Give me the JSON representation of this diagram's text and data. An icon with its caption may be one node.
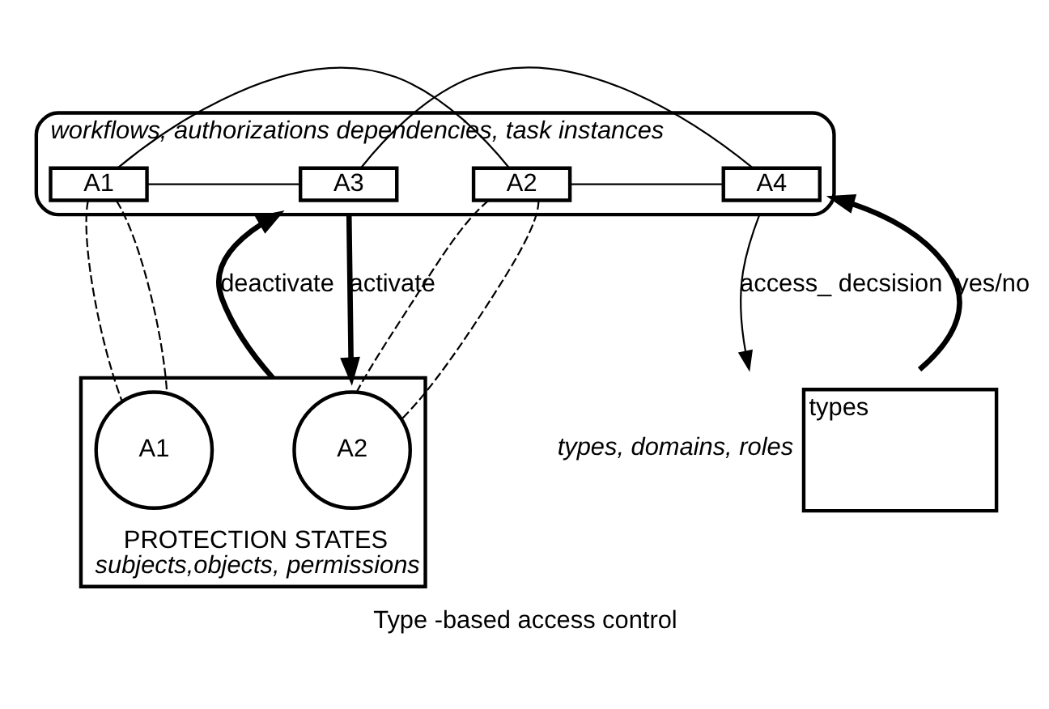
{
  "diagram": {
    "caption": "Type -based access control",
    "nodes": [
      {
        "text": [],
        "shape": "cloud",
        "beside": [
          "workflows, authorizations dependencies, task instances"
        ]
      },
      {
        "text": [
          "A3"
        ],
        "in": 0
      },
      {
        "text": [
          "A1"
        ],
        "in": 0
      },
      {
        "text": [
          "A4"
        ],
        "in": 0
      },
      {
        "text": [
          "A2"
        ],
        "in": 0
      },
      {
        "text": [
          "types"
        ],
        "beside": [
          "types, domains, roles"
        ]
      },
      {
        "text": [
          "PROTECTION STATES",
          "subjects,objects, permissions"
        ]
      },
      {
        "text": [
          "A1"
        ],
        "in": 6
      },
      {
        "text": [
          "A2"
        ],
        "in": 6
      }
    ],
    "edges": [
      {
        "from": 0,
        "to": 6,
        "arrow": "to",
        "label": "activate",
        "style": "thick"
      },
      {
        "from": 6,
        "to": 0,
        "arrow": "to",
        "label": "deactivate",
        "style": "thick"
      },
      {
        "from": 0,
        "to": 5,
        "arrow": "to",
        "label": "access_ decsision"
      },
      {
        "from": 5,
        "to": 0,
        "arrow": "to",
        "label": "yes/no",
        "style": "thick"
      },
      {
        "from": 3,
        "to": 1,
        "arrow": "none"
      },
      {
        "from": 1,
        "to": 2,
        "arrow": "none"
      },
      {
        "from": 2,
        "to": 4,
        "arrow": "none"
      },
      {
        "from": 4,
        "to": 3,
        "arrow": "none"
      },
      {
        "from": 2,
        "to": 7,
        "arrow": "none",
        "style": "dashed"
      },
      {
        "from": 2,
        "to": 7,
        "arrow": "none",
        "style": "dashed"
      },
      {
        "from": 4,
        "to": 8,
        "arrow": "none",
        "style": "dashed"
      },
      {
        "from": 4,
        "to": 8,
        "arrow": "none",
        "style": "dashed"
      }
    ]
  }
}
